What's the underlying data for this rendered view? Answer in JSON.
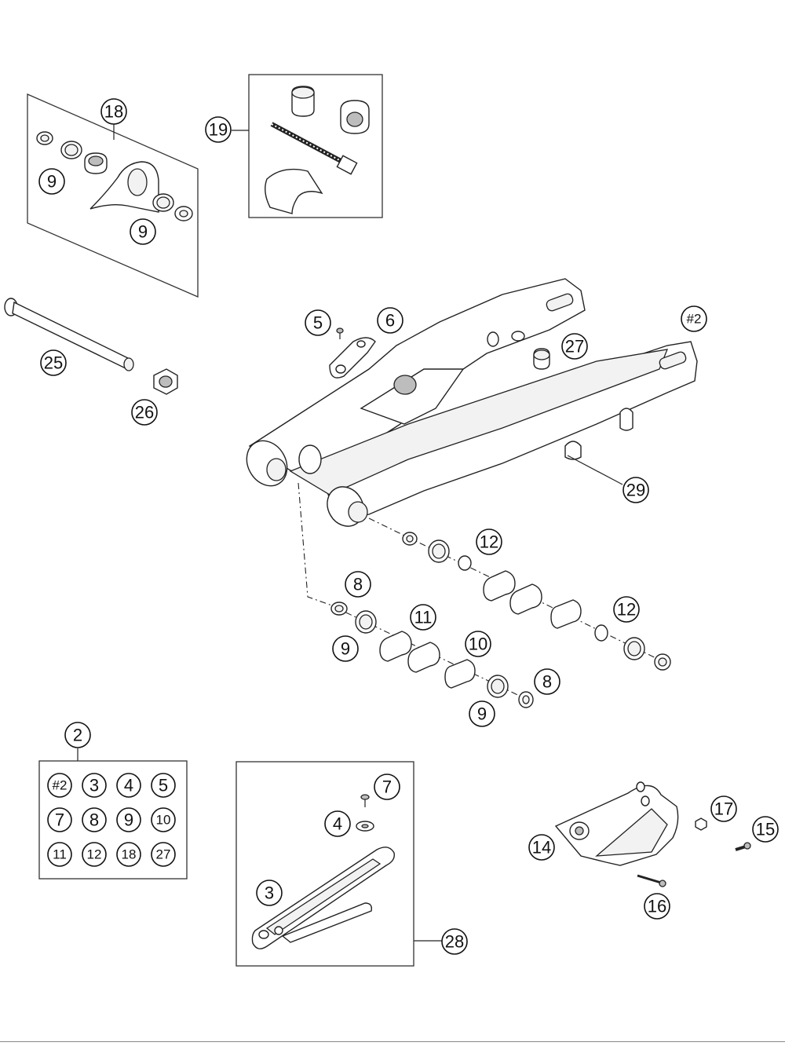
{
  "callouts": {
    "c18": "18",
    "c19": "19",
    "c9a": "9",
    "c9b": "9",
    "c25": "25",
    "c26": "26",
    "c5": "5",
    "c6": "6",
    "c27": "27",
    "c2sw": "#2",
    "c29": "29",
    "c12a": "12",
    "c8a": "8",
    "c11": "11",
    "c9c": "9",
    "c10": "10",
    "c12b": "12",
    "c8b": "8",
    "c9d": "9",
    "c2": "2",
    "c7": "7",
    "c4": "4",
    "c3": "3",
    "c28": "28",
    "c17": "17",
    "c15": "15",
    "c14": "14",
    "c16": "16"
  },
  "kit_contents": [
    "#2",
    "3",
    "4",
    "5",
    "7",
    "8",
    "9",
    "10",
    "11",
    "12",
    "18",
    "27"
  ]
}
